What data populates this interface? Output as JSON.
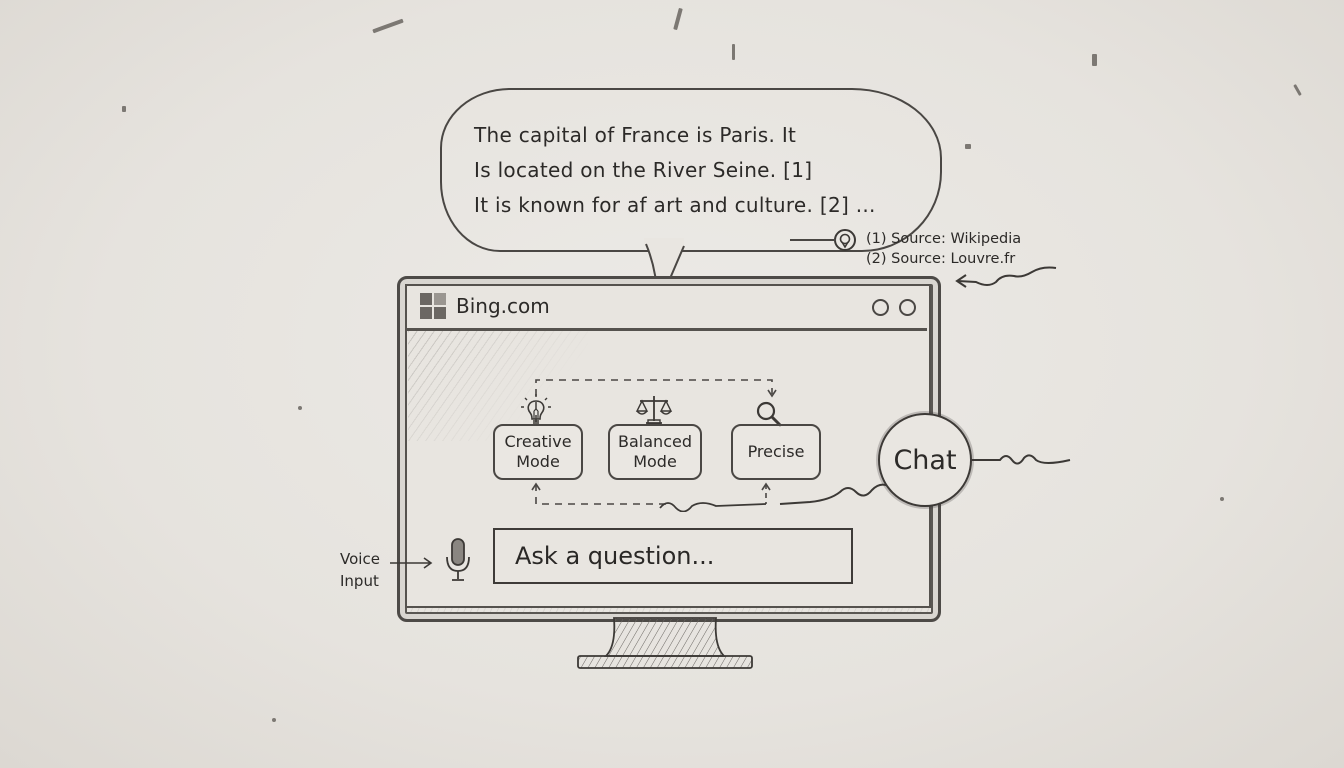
{
  "response_bubble": {
    "lines": [
      "The capital of France is Paris. It",
      "Is located on the River Seine. [1]",
      "It is known for af art and culture. [2] ..."
    ]
  },
  "sources": [
    {
      "index": "(1)",
      "label": "Source: Wikipedia"
    },
    {
      "index": "(2)",
      "label": "Source: Louvre.fr"
    }
  ],
  "browser": {
    "title": "Bing.com",
    "window_buttons": [
      "circle-button",
      "circle-button"
    ]
  },
  "modes": [
    {
      "id": "creative",
      "line1": "Creative",
      "line2": "Mode",
      "icon": "lightbulb-icon"
    },
    {
      "id": "balanced",
      "line1": "Balanced",
      "line2": "Mode",
      "icon": "scales-icon"
    },
    {
      "id": "precise",
      "line1": "Precise",
      "line2": "",
      "icon": "magnifier-icon"
    }
  ],
  "chat": {
    "label": "Chat"
  },
  "input": {
    "placeholder": "Ask a question...",
    "voice_label_line1": "Voice",
    "voice_label_line2": "Input",
    "voice_icon": "microphone-icon"
  },
  "colors": {
    "paper": "#e8e5e0",
    "ink": "#2e2c2a",
    "pencil": "#5a5753"
  }
}
